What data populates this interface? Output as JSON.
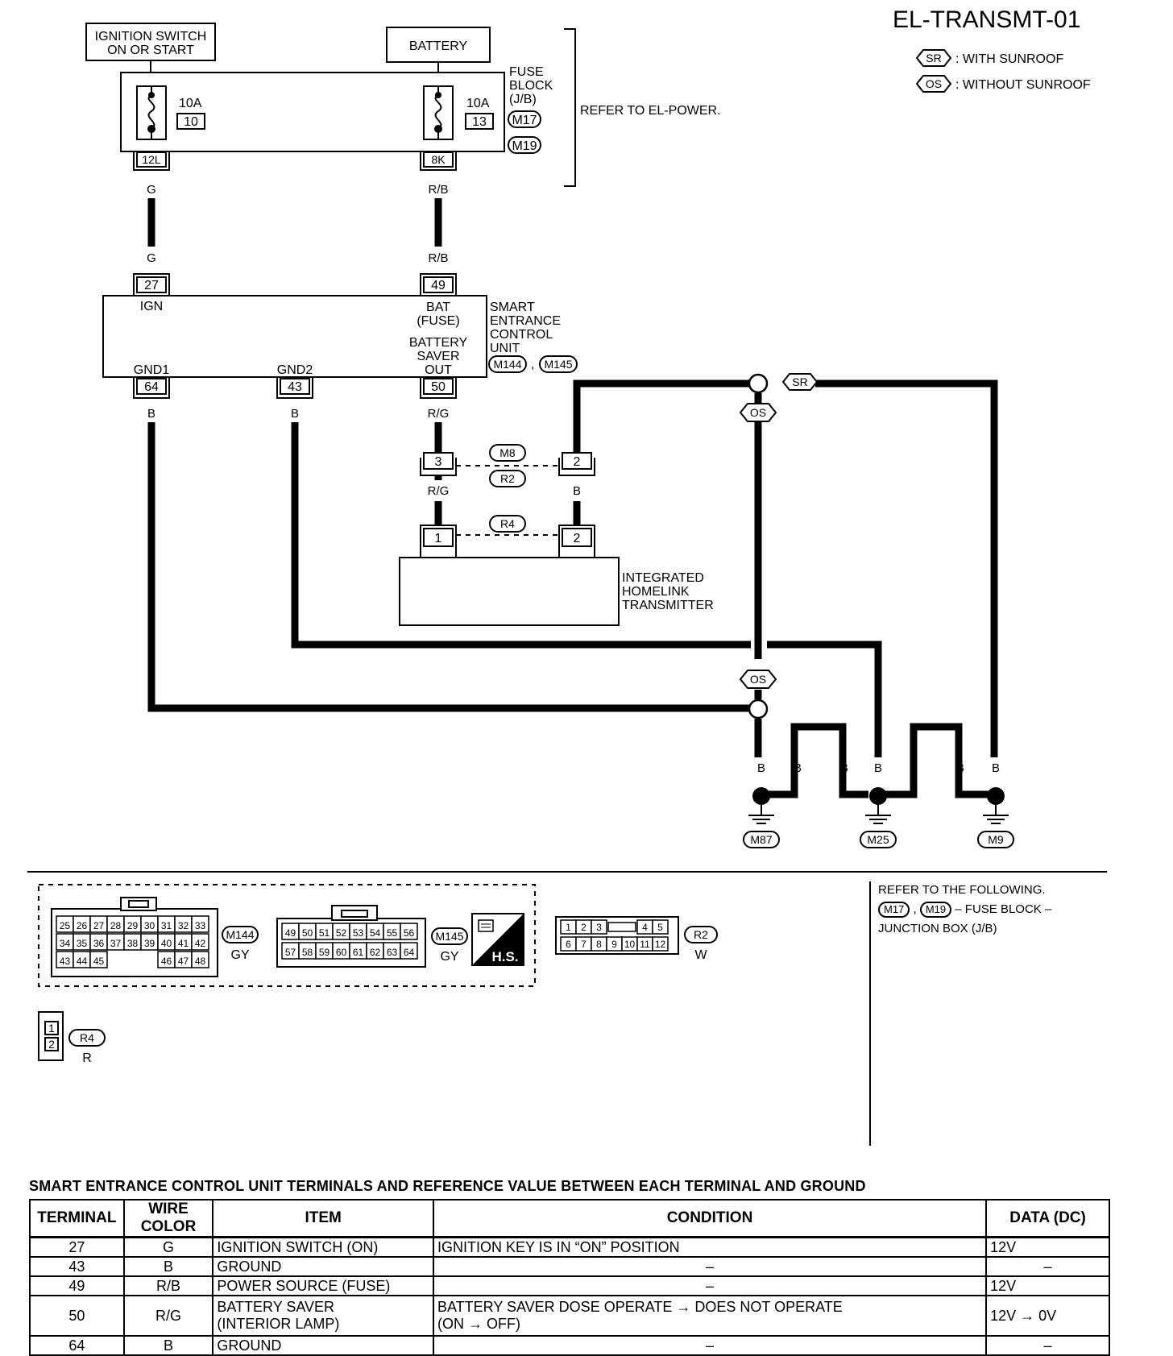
{
  "header": {
    "page_code": "EL-TRANSMT-01",
    "legend": [
      {
        "code": "SR",
        "text": ": WITH SUNROOF"
      },
      {
        "code": "OS",
        "text": ": WITHOUT SUNROOF"
      }
    ]
  },
  "power": {
    "ignition_switch": [
      "IGNITION SWITCH",
      "ON OR START"
    ],
    "battery": "BATTERY",
    "fuse_block": [
      "FUSE",
      "BLOCK",
      "(J/B)"
    ],
    "fuse_block_connectors": [
      "M17",
      "M19"
    ],
    "refer_text": "REFER TO EL-POWER.",
    "fuse_left": {
      "amp": "10A",
      "number": "10",
      "terminal": "12L",
      "wire": "G"
    },
    "fuse_right": {
      "amp": "10A",
      "number": "13",
      "terminal": "8K",
      "wire": "R/B"
    }
  },
  "control_unit": {
    "name": [
      "SMART",
      "ENTRANCE",
      "CONTROL",
      "UNIT"
    ],
    "connectors": [
      "M144",
      "M145"
    ],
    "ign_terminal": "27",
    "ign_label": "IGN",
    "ign_wire": "G",
    "bat_terminal": "49",
    "bat_label": [
      "BAT",
      "(FUSE)"
    ],
    "bat_wire": "R/B",
    "saver_label": [
      "BATTERY",
      "SAVER",
      "OUT"
    ],
    "saver_terminal": "50",
    "gnd1_label": "GND1",
    "gnd1_terminal": "64",
    "gnd2_label": "GND2",
    "gnd2_terminal": "43",
    "gnd_wire": "B",
    "saver_wire": "R/G"
  },
  "junction": {
    "left_terminal": "3",
    "right_terminal": "2",
    "connectors": [
      "M8",
      "R2"
    ],
    "wire_left": "R/G",
    "wire_right": "B"
  },
  "transmitter": {
    "name": [
      "INTEGRATED",
      "HOMELINK",
      "TRANSMITTER"
    ],
    "connector": "R4",
    "terminal_1": "1",
    "terminal_2": "2"
  },
  "grounds": {
    "splice_sr": "SR",
    "splice_os": "OS",
    "wire": "B",
    "points": [
      "M87",
      "M25",
      "M9"
    ]
  },
  "connectors": {
    "m144": {
      "id": "M144",
      "color": "GY",
      "rows": [
        [
          "25",
          "26",
          "27",
          "28",
          "29",
          "30",
          "31",
          "32",
          "33"
        ],
        [
          "34",
          "35",
          "36",
          "37",
          "38",
          "39",
          "40",
          "41",
          "42"
        ],
        [
          "43",
          "44",
          "45",
          "46",
          "47",
          "48"
        ]
      ]
    },
    "m145": {
      "id": "M145",
      "color": "GY",
      "rows": [
        [
          "49",
          "50",
          "51",
          "52",
          "53",
          "54",
          "55",
          "56"
        ],
        [
          "57",
          "58",
          "59",
          "60",
          "61",
          "62",
          "63",
          "64"
        ]
      ]
    },
    "hs": "H.S.",
    "r2": {
      "id": "R2",
      "color": "W",
      "rows": [
        [
          "1",
          "2",
          "3",
          "4",
          "5"
        ],
        [
          "6",
          "7",
          "8",
          "9",
          "10",
          "11",
          "12"
        ]
      ]
    },
    "r4": {
      "id": "R4",
      "color": "R",
      "pins": [
        "1",
        "2"
      ]
    }
  },
  "refer_note": {
    "line1": "REFER TO THE FOLLOWING.",
    "conn_a": "M17",
    "conn_b": "M19",
    "line2_tail": "– FUSE BLOCK –",
    "line3": "JUNCTION BOX (J/B)"
  },
  "table": {
    "title": "SMART ENTRANCE CONTROL UNIT TERMINALS AND REFERENCE VALUE BETWEEN EACH TERMINAL AND GROUND",
    "headers": [
      "TERMINAL",
      "WIRE COLOR",
      "ITEM",
      "CONDITION",
      "DATA (DC)"
    ],
    "rows": [
      {
        "terminal": "27",
        "wire": "G",
        "item": "IGNITION SWITCH (ON)",
        "condition": "IGNITION KEY IS IN “ON” POSITION",
        "data": "12V"
      },
      {
        "terminal": "43",
        "wire": "B",
        "item": "GROUND",
        "condition": "–",
        "data": "–"
      },
      {
        "terminal": "49",
        "wire": "R/B",
        "item": "POWER SOURCE (FUSE)",
        "condition": "–",
        "data": "12V"
      },
      {
        "terminal": "50",
        "wire": "R/G",
        "item": "BATTERY SAVER",
        "item2": "(INTERIOR LAMP)",
        "condition": "BATTERY SAVER DOSE OPERATE → DOES NOT OPERATE",
        "condition2": "(ON → OFF)",
        "data": "12V → 0V"
      },
      {
        "terminal": "64",
        "wire": "B",
        "item": "GROUND",
        "condition": "–",
        "data": "–"
      }
    ]
  }
}
